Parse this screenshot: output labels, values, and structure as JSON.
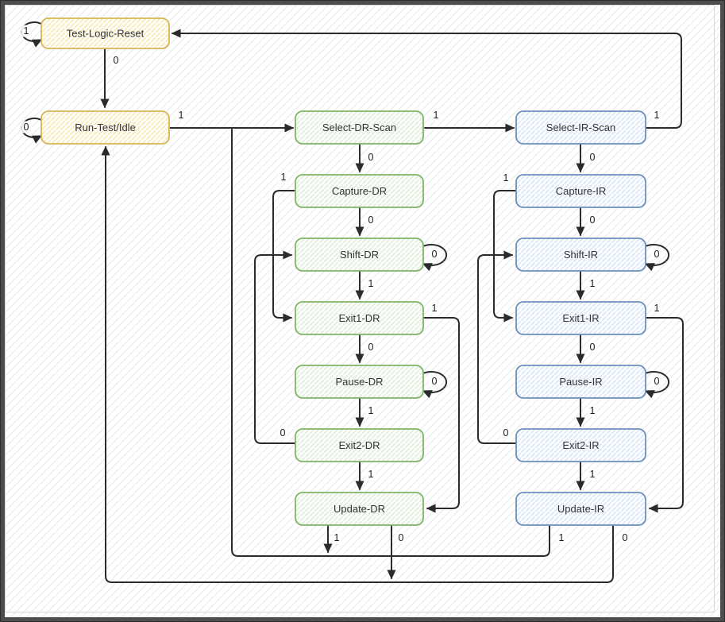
{
  "diagram": {
    "type": "state-machine",
    "states": {
      "tlr": {
        "label": "Test-Logic-Reset",
        "group": "reset"
      },
      "rti": {
        "label": "Run-Test/Idle",
        "group": "reset"
      },
      "sds": {
        "label": "Select-DR-Scan",
        "group": "dr"
      },
      "cdr": {
        "label": "Capture-DR",
        "group": "dr"
      },
      "sdr": {
        "label": "Shift-DR",
        "group": "dr"
      },
      "e1dr": {
        "label": "Exit1-DR",
        "group": "dr"
      },
      "pdr": {
        "label": "Pause-DR",
        "group": "dr"
      },
      "e2dr": {
        "label": "Exit2-DR",
        "group": "dr"
      },
      "udr": {
        "label": "Update-DR",
        "group": "dr"
      },
      "sis": {
        "label": "Select-IR-Scan",
        "group": "ir"
      },
      "cir": {
        "label": "Capture-IR",
        "group": "ir"
      },
      "sir": {
        "label": "Shift-IR",
        "group": "ir"
      },
      "e1ir": {
        "label": "Exit1-IR",
        "group": "ir"
      },
      "pir": {
        "label": "Pause-IR",
        "group": "ir"
      },
      "e2ir": {
        "label": "Exit2-IR",
        "group": "ir"
      },
      "uir": {
        "label": "Update-IR",
        "group": "ir"
      }
    },
    "transitions": {
      "tlr_self": {
        "from": "Test-Logic-Reset",
        "to": "Test-Logic-Reset",
        "label": "1"
      },
      "tlr_rti": {
        "from": "Test-Logic-Reset",
        "to": "Run-Test/Idle",
        "label": "0"
      },
      "rti_self": {
        "from": "Run-Test/Idle",
        "to": "Run-Test/Idle",
        "label": "0"
      },
      "rti_sds": {
        "from": "Run-Test/Idle",
        "to": "Select-DR-Scan",
        "label": "1"
      },
      "sds_sis": {
        "from": "Select-DR-Scan",
        "to": "Select-IR-Scan",
        "label": "1"
      },
      "sds_cdr": {
        "from": "Select-DR-Scan",
        "to": "Capture-DR",
        "label": "0"
      },
      "cdr_e1dr": {
        "from": "Capture-DR",
        "to": "Exit1-DR",
        "label": "1"
      },
      "cdr_sdr": {
        "from": "Capture-DR",
        "to": "Shift-DR",
        "label": "0"
      },
      "sdr_self": {
        "from": "Shift-DR",
        "to": "Shift-DR",
        "label": "0"
      },
      "sdr_e1dr": {
        "from": "Shift-DR",
        "to": "Exit1-DR",
        "label": "1"
      },
      "e1dr_udr": {
        "from": "Exit1-DR",
        "to": "Update-DR",
        "label": "1"
      },
      "e1dr_pdr": {
        "from": "Exit1-DR",
        "to": "Pause-DR",
        "label": "0"
      },
      "pdr_self": {
        "from": "Pause-DR",
        "to": "Pause-DR",
        "label": "0"
      },
      "pdr_e2dr": {
        "from": "Pause-DR",
        "to": "Exit2-DR",
        "label": "1"
      },
      "e2dr_sdr": {
        "from": "Exit2-DR",
        "to": "Shift-DR",
        "label": "0"
      },
      "e2dr_udr": {
        "from": "Exit2-DR",
        "to": "Update-DR",
        "label": "1"
      },
      "udr_sds": {
        "from": "Update-DR",
        "to": "Select-DR-Scan",
        "label": "1"
      },
      "udr_rti": {
        "from": "Update-DR",
        "to": "Run-Test/Idle",
        "label": "0"
      },
      "sis_tlr": {
        "from": "Select-IR-Scan",
        "to": "Test-Logic-Reset",
        "label": "1"
      },
      "sis_cir": {
        "from": "Select-IR-Scan",
        "to": "Capture-IR",
        "label": "0"
      },
      "cir_e1ir": {
        "from": "Capture-IR",
        "to": "Exit1-IR",
        "label": "1"
      },
      "cir_sir": {
        "from": "Capture-IR",
        "to": "Shift-IR",
        "label": "0"
      },
      "sir_self": {
        "from": "Shift-IR",
        "to": "Shift-IR",
        "label": "0"
      },
      "sir_e1ir": {
        "from": "Shift-IR",
        "to": "Exit1-IR",
        "label": "1"
      },
      "e1ir_uir": {
        "from": "Exit1-IR",
        "to": "Update-IR",
        "label": "1"
      },
      "e1ir_pir": {
        "from": "Exit1-IR",
        "to": "Pause-IR",
        "label": "0"
      },
      "pir_self": {
        "from": "Pause-IR",
        "to": "Pause-IR",
        "label": "0"
      },
      "pir_e2ir": {
        "from": "Pause-IR",
        "to": "Exit2-IR",
        "label": "1"
      },
      "e2ir_sir": {
        "from": "Exit2-IR",
        "to": "Shift-IR",
        "label": "0"
      },
      "e2ir_uir": {
        "from": "Exit2-IR",
        "to": "Update-IR",
        "label": "1"
      },
      "uir_sds": {
        "from": "Update-IR",
        "to": "Select-DR-Scan",
        "label": "1"
      },
      "uir_rti": {
        "from": "Update-IR",
        "to": "Run-Test/Idle",
        "label": "0"
      }
    },
    "colors": {
      "reset_border": "#d6b656",
      "reset_fill": "#fff2cc",
      "dr_border": "#82b366",
      "dr_fill": "#d5e8d4",
      "ir_border": "#6c8ebf",
      "ir_fill": "#dae8fc",
      "edge": "#2b2b2b",
      "frame": "#4d4d4d"
    }
  }
}
